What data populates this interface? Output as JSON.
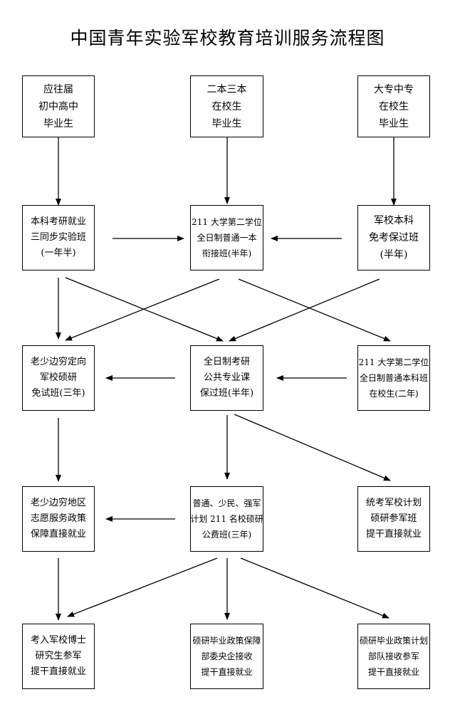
{
  "title": "中国青年实验军校教育培训服务流程图",
  "nodes": {
    "r1a": [
      "应往届",
      "初中高中",
      "毕业生"
    ],
    "r1b": [
      "二本三本",
      "在校生",
      "毕业生"
    ],
    "r1c": [
      "大专中专",
      "在校生",
      "毕业生"
    ],
    "r2a": [
      "本科考研就业",
      "三同步实验班",
      "(一年半)"
    ],
    "r2b": [
      "211 大学第二学位",
      "全日制普通一本",
      "衔接班(半年)"
    ],
    "r2c": [
      "军校本科",
      "免考保过班",
      "(半年)"
    ],
    "r3a": [
      "老少边穷定向",
      "军校硕研",
      "免试班(三年)"
    ],
    "r3b": [
      "全日制考研",
      "公共专业课",
      "保过班(半年)"
    ],
    "r3c": [
      "211 大学第二学位",
      "全日制普通本科班",
      "在校生(二年)"
    ],
    "r4a": [
      "老少边穷地区",
      "志愿服务政策",
      "保障直接就业"
    ],
    "r4b": [
      "普通、少民、强军",
      "计划 211 名校硕研",
      "公费班(三年)"
    ],
    "r4c": [
      "统考军校计划",
      "硕研参军班",
      "提干直接就业"
    ],
    "r5a": [
      "考入军校博士",
      "研究生参军",
      "提干直接就业"
    ],
    "r5b": [
      "硕研毕业政策保障",
      "部委央企接收",
      "提干直接就业"
    ],
    "r5c": [
      "硕研毕业政策计划",
      "部队接收参军",
      "提干直接就业"
    ]
  }
}
